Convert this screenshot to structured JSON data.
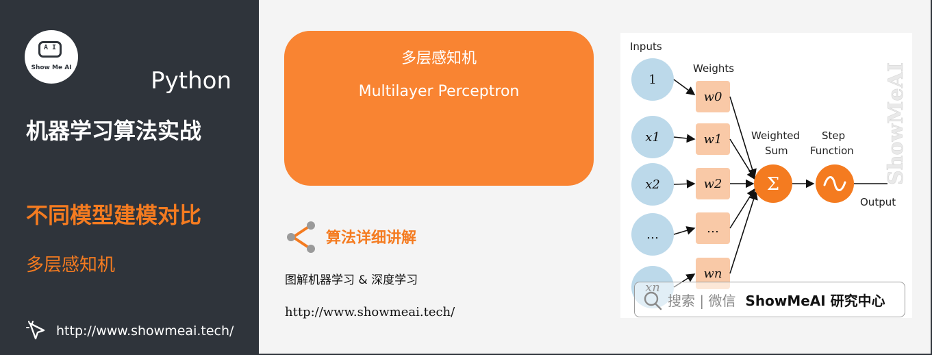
{
  "left": {
    "logo_face": "A I",
    "logo_text": "Show Me AI",
    "python": "Python",
    "course_title": "机器学习算法实战",
    "section_title": "不同模型建模对比",
    "section_sub": "多层感知机",
    "link": "http://www.showmeai.tech/"
  },
  "card": {
    "title_cn": "多层感知机",
    "title_en": "Multilayer Perceptron"
  },
  "middle": {
    "algo_label": "算法详细讲解",
    "tagline": "图解机器学习 & 深度学习",
    "link": "http://www.showmeai.tech/"
  },
  "diagram": {
    "inputs_label": "Inputs",
    "weights_label": "Weights",
    "weighted_sum_label_1": "Weighted",
    "weighted_sum_label_2": "Sum",
    "step_label_1": "Step",
    "step_label_2": "Function",
    "output_label": "Output",
    "sum_symbol": "Σ",
    "inputs": [
      "1",
      "x1",
      "x2",
      "…",
      "xn"
    ],
    "weights": [
      "w0",
      "w1",
      "w2",
      "…",
      "wn"
    ],
    "vertical_brand": "ShowMeAI"
  },
  "badge": {
    "search_text": "搜索 | 微信",
    "brand": "ShowMeAI 研究中心"
  },
  "colors": {
    "dark_panel": "#2f343b",
    "accent": "#f47b20",
    "input_node": "#bcd9ea",
    "weight_node": "#f9c9a7",
    "sum_node": "#f47b20"
  }
}
